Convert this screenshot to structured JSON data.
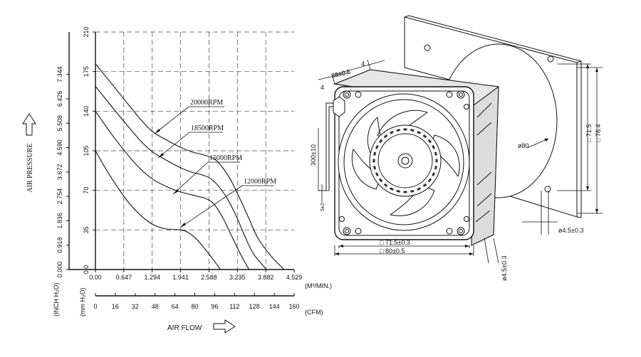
{
  "chart_data": {
    "type": "line",
    "ylabel": "AIR PRESSURE",
    "xlabel": "AIR FLOW",
    "y_mm_ticks": [
      "0.0",
      "35",
      "70",
      "105",
      "140",
      "175",
      "210"
    ],
    "y_inch_ticks": [
      "0.000",
      "0.918",
      "1.836",
      "2.754",
      "3.672",
      "4.590",
      "5.508",
      "6.426",
      "7.344"
    ],
    "x_cmm_ticks": [
      "0.00",
      "0.647",
      "1.294",
      "1.941",
      "2.588",
      "3.235",
      "3.882",
      "4.529"
    ],
    "x_cfm_ticks": [
      "0",
      "16",
      "32",
      "48",
      "64",
      "80",
      "96",
      "112",
      "128",
      "144",
      "160"
    ],
    "y_inch_unit": "(INCH H₂O)",
    "y_mm_unit": "(mm H₂O)",
    "x_cmm_unit": "(M³/MIN.)",
    "x_cfm_unit": "(CFM)",
    "ylim": [
      0,
      210
    ],
    "xlim": [
      0,
      4.529
    ],
    "grid": true,
    "series": [
      {
        "name": "20000RPM",
        "x": [
          0.0,
          0.5,
          1.0,
          1.3,
          1.6,
          1.941,
          2.2,
          2.4,
          2.7,
          2.9,
          3.1,
          3.3,
          3.5,
          3.7,
          4.0,
          4.3
        ],
        "y": [
          182,
          158,
          134,
          122,
          115,
          108,
          104,
          102,
          98,
          90,
          78,
          62,
          45,
          28,
          12,
          0
        ]
      },
      {
        "name": "18500RPM",
        "x": [
          0.0,
          0.5,
          1.0,
          1.3,
          1.6,
          1.941,
          2.2,
          2.4,
          2.6,
          2.8,
          3.0,
          3.2,
          3.4,
          3.6,
          3.9
        ],
        "y": [
          162,
          138,
          115,
          104,
          97,
          90,
          86,
          84,
          81,
          74,
          63,
          48,
          30,
          14,
          0
        ]
      },
      {
        "name": "15000RPM",
        "x": [
          0.0,
          0.4,
          0.9,
          1.3,
          1.7,
          2.0,
          2.3,
          2.5,
          2.7,
          2.9,
          3.1,
          3.3,
          3.5
        ],
        "y": [
          140,
          118,
          94,
          80,
          72,
          68,
          65,
          63,
          58,
          46,
          30,
          14,
          0
        ]
      },
      {
        "name": "12000RPM",
        "x": [
          0.0,
          0.3,
          0.7,
          1.0,
          1.3,
          1.6,
          1.941,
          2.1,
          2.3,
          2.5,
          2.7,
          2.85
        ],
        "y": [
          105,
          85,
          62,
          49,
          40,
          36,
          35,
          33,
          27,
          18,
          8,
          0
        ]
      }
    ]
  },
  "drawing": {
    "dim_38": "38±0.5",
    "dim_4a": "4",
    "dim_4b": "4",
    "dim_300": "300±10",
    "dim_5": "5±2",
    "dim_71_5": "71.5±0.3",
    "dim_80": "80±0.5",
    "dim_hole": "ø4.5±0.3",
    "dim_hole_v": "ø4.5±0.3",
    "dim_phi80": "ø80",
    "dim_71_5_v": "71.5",
    "dim_76_4_v": "76.4"
  },
  "colors": {
    "line": "#111111",
    "grid": "#444444",
    "panel": "#eeeeee",
    "label": "#111111"
  }
}
